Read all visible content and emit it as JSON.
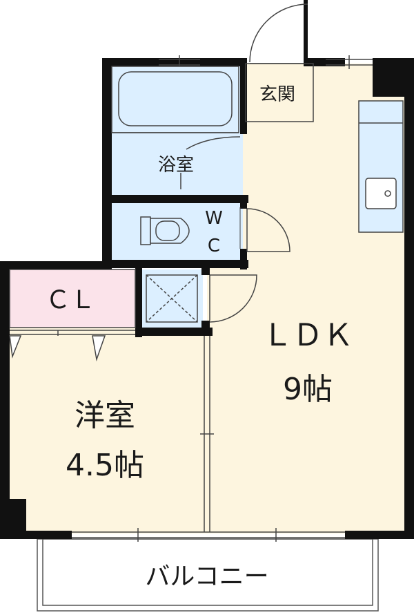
{
  "floorplan": {
    "colors": {
      "wall": "#111111",
      "ldk_floor": "#fdf5df",
      "wet_area": "#dcefff",
      "closet": "#fbe3ea",
      "line": "#444444"
    },
    "rooms": {
      "ldk_name": "ＬＤＫ",
      "ldk_size": "9帖",
      "western_name": "洋室",
      "western_size": "4.5帖",
      "bath": "浴室",
      "toilet_w": "W",
      "toilet_c": "C",
      "entrance": "玄関",
      "closet": "ＣＬ",
      "balcony": "バルコニー"
    }
  }
}
